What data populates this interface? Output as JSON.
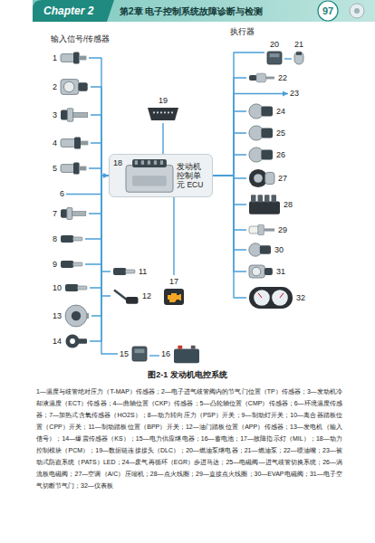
{
  "diagram": {
    "caption": "图2-1 发动机电控系统",
    "nodes": [
      {
        "text": [
          "1"
        ]
      },
      {
        "text": [
          "2"
        ]
      },
      {
        "text": [
          "3"
        ]
      },
      {
        "text": [
          "4"
        ]
      },
      {
        "text": [
          "5"
        ]
      },
      {
        "text": [
          "6"
        ]
      },
      {
        "text": [
          "7"
        ]
      },
      {
        "text": [
          "8"
        ]
      },
      {
        "text": [
          "9"
        ]
      },
      {
        "text": [
          "10"
        ]
      },
      {
        "text": [
          "11"
        ]
      },
      {
        "text": [
          "12"
        ]
      },
      {
        "text": [
          "13"
        ]
      },
      {
        "text": [
          "14"
        ]
      },
      {
        "text": [
          "15"
        ]
      },
      {
        "text": [
          "16"
        ]
      },
      {
        "text": [
          "17"
        ]
      },
      {
        "text": [
          "18",
          "发动机控制单元 ECU"
        ]
      },
      {
        "text": [
          "19"
        ]
      },
      {
        "text": [
          "20"
        ]
      },
      {
        "text": [
          "21"
        ]
      },
      {
        "text": [
          "22"
        ]
      },
      {
        "text": [
          "23"
        ]
      },
      {
        "text": [
          "24"
        ]
      },
      {
        "text": [
          "25"
        ]
      },
      {
        "text": [
          "26"
        ]
      },
      {
        "text": [
          "27"
        ]
      },
      {
        "text": [
          "28"
        ]
      },
      {
        "text": [
          "29"
        ]
      },
      {
        "text": [
          "30"
        ]
      },
      {
        "text": [
          "31"
        ]
      },
      {
        "text": [
          "32"
        ]
      }
    ],
    "edges": [
      {
        "from": 0,
        "to": 17,
        "arrow": "none"
      },
      {
        "from": 1,
        "to": 17,
        "arrow": "none"
      },
      {
        "from": 2,
        "to": 17,
        "arrow": "none"
      },
      {
        "from": 3,
        "to": 17,
        "arrow": "none"
      },
      {
        "from": 4,
        "to": 17,
        "arrow": "none"
      },
      {
        "from": 5,
        "to": 17,
        "arrow": "to"
      },
      {
        "from": 6,
        "to": 17,
        "arrow": "none"
      },
      {
        "from": 7,
        "to": 17,
        "arrow": "none"
      },
      {
        "from": 8,
        "to": 17,
        "arrow": "none"
      },
      {
        "from": 9,
        "to": 17,
        "arrow": "none"
      },
      {
        "from": 10,
        "to": 17,
        "arrow": "none"
      },
      {
        "from": 11,
        "to": 17,
        "arrow": "none"
      },
      {
        "from": 12,
        "to": 17,
        "arrow": "none"
      },
      {
        "from": 13,
        "to": 17,
        "arrow": "none"
      },
      {
        "from": 14,
        "to": 17,
        "arrow": "none"
      },
      {
        "from": 15,
        "to": 14,
        "arrow": "none"
      },
      {
        "from": 17,
        "to": 16,
        "arrow": "none"
      },
      {
        "from": 17,
        "to": 18,
        "arrow": "none"
      },
      {
        "from": 17,
        "to": 19,
        "arrow": "none"
      },
      {
        "from": 19,
        "to": 20,
        "arrow": "none"
      },
      {
        "from": 17,
        "to": 21,
        "arrow": "none"
      },
      {
        "from": 17,
        "to": 22,
        "arrow": "to"
      },
      {
        "from": 17,
        "to": 23,
        "arrow": "none"
      },
      {
        "from": 17,
        "to": 24,
        "arrow": "none"
      },
      {
        "from": 17,
        "to": 25,
        "arrow": "none"
      },
      {
        "from": 17,
        "to": 26,
        "arrow": "none"
      },
      {
        "from": 17,
        "to": 27,
        "arrow": "none"
      },
      {
        "from": 17,
        "to": 28,
        "arrow": "none"
      },
      {
        "from": 17,
        "to": 29,
        "arrow": "none"
      },
      {
        "from": 17,
        "to": 30,
        "arrow": "none"
      },
      {
        "from": 17,
        "to": 31,
        "arrow": "none"
      }
    ],
    "labels": [
      "Chapter 2",
      "第2章 电子控制系统故障诊断与检测",
      "97",
      "输入信号/传感器",
      "执行器",
      "1—温度与歧管绝对压力（T-MAP）传感器；2—电子进气歧管阀内的节气门位置（TP）传感器；3—发动机冷却液温度（ECT）传感器；4—曲轴位置（CKP）传感器；5—凸轮轴位置（CMP）传感器；6—环境温度传感器；7—加热式含氧传感器（HO2S）；8—动力转向压力（PSP）开关；9—制动灯开关；10—离合器踏板位置（CPP）开关；11—制动踏板位置（BPP）开关；12—油门踏板位置（APP）传感器；13—发电机（输入信号）；14—爆震传感器（KS）；15—电力供应继电器；16—蓄电池；17—故障指示灯（MIL）；18—动力控制模块（PCM）；19—数据链连接接头（DLC）；20—燃油泵继电器；21—燃油泵；22—喷油嘴；23—被动式防盗系统（PATS）LED；24—废气再循环（EGR）步进马达；25—电磁阀—进气歧管切换系统；26—涡流板电磁阀；27—空调（A/C）压缩机；28—点火线圈；29—直接点火线圈；30—EVAP电磁阀；31—电子空气切断节气门；32—仪表板"
    ]
  }
}
